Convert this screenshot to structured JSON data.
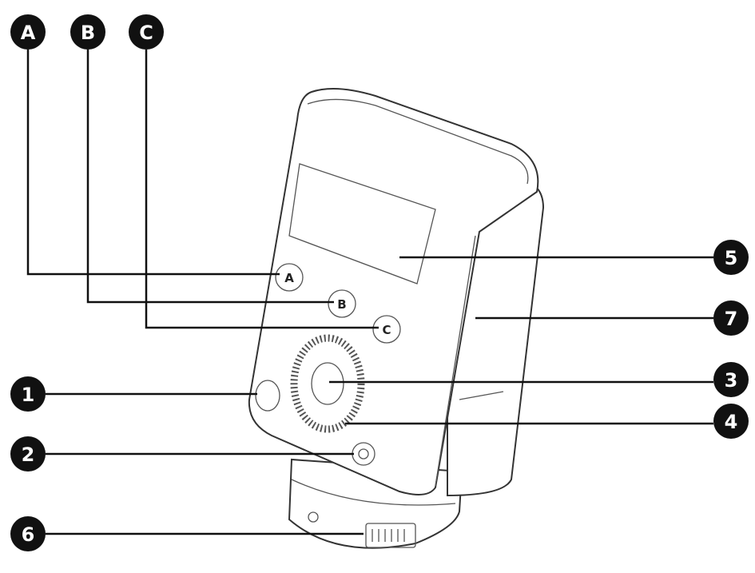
{
  "callouts": {
    "top": [
      "A",
      "B",
      "C"
    ],
    "left": [
      "1",
      "2",
      "6"
    ],
    "right": [
      "5",
      "7",
      "3",
      "4"
    ]
  },
  "device_buttons": [
    "A",
    "B",
    "C"
  ],
  "colors": {
    "badge": "#111111",
    "line": "#111111",
    "device_outline": "#333333"
  }
}
